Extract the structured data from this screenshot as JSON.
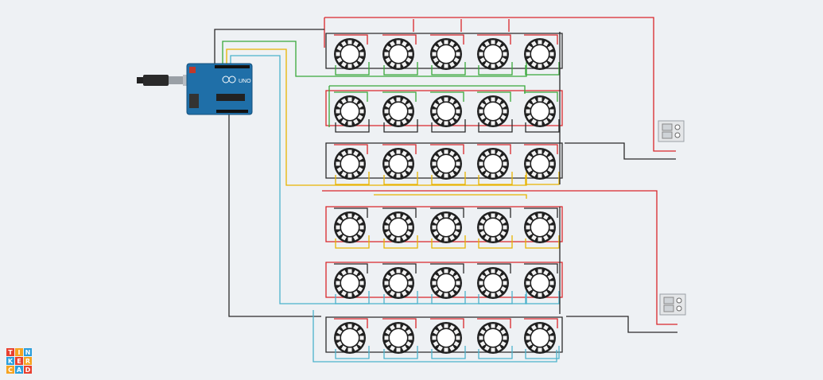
{
  "app": {
    "logo_letters": [
      "T",
      "I",
      "N",
      "K",
      "E",
      "R",
      "C",
      "A",
      "D"
    ],
    "logo_colors": [
      "#e8402f",
      "#f6a320",
      "#2c9fdb",
      "#e8402f",
      "#2c9fdb",
      "#f6a320",
      "#2c9fdb",
      "#e8402f",
      "#f6a320"
    ]
  },
  "board": {
    "name": "Arduino Uno",
    "label": "UNO"
  },
  "components": {
    "ring_icon": "neopixel-ring-icon",
    "battery_icon": "battery-pack-icon"
  },
  "colors": {
    "background": "#eef1f4",
    "wire_red": "#d9262a",
    "wire_black": "#2b2b2b",
    "wire_green": "#38a83a",
    "wire_yellow": "#e8b400",
    "wire_cyan": "#4bb3cc",
    "board_blue": "#1f6fa8"
  }
}
